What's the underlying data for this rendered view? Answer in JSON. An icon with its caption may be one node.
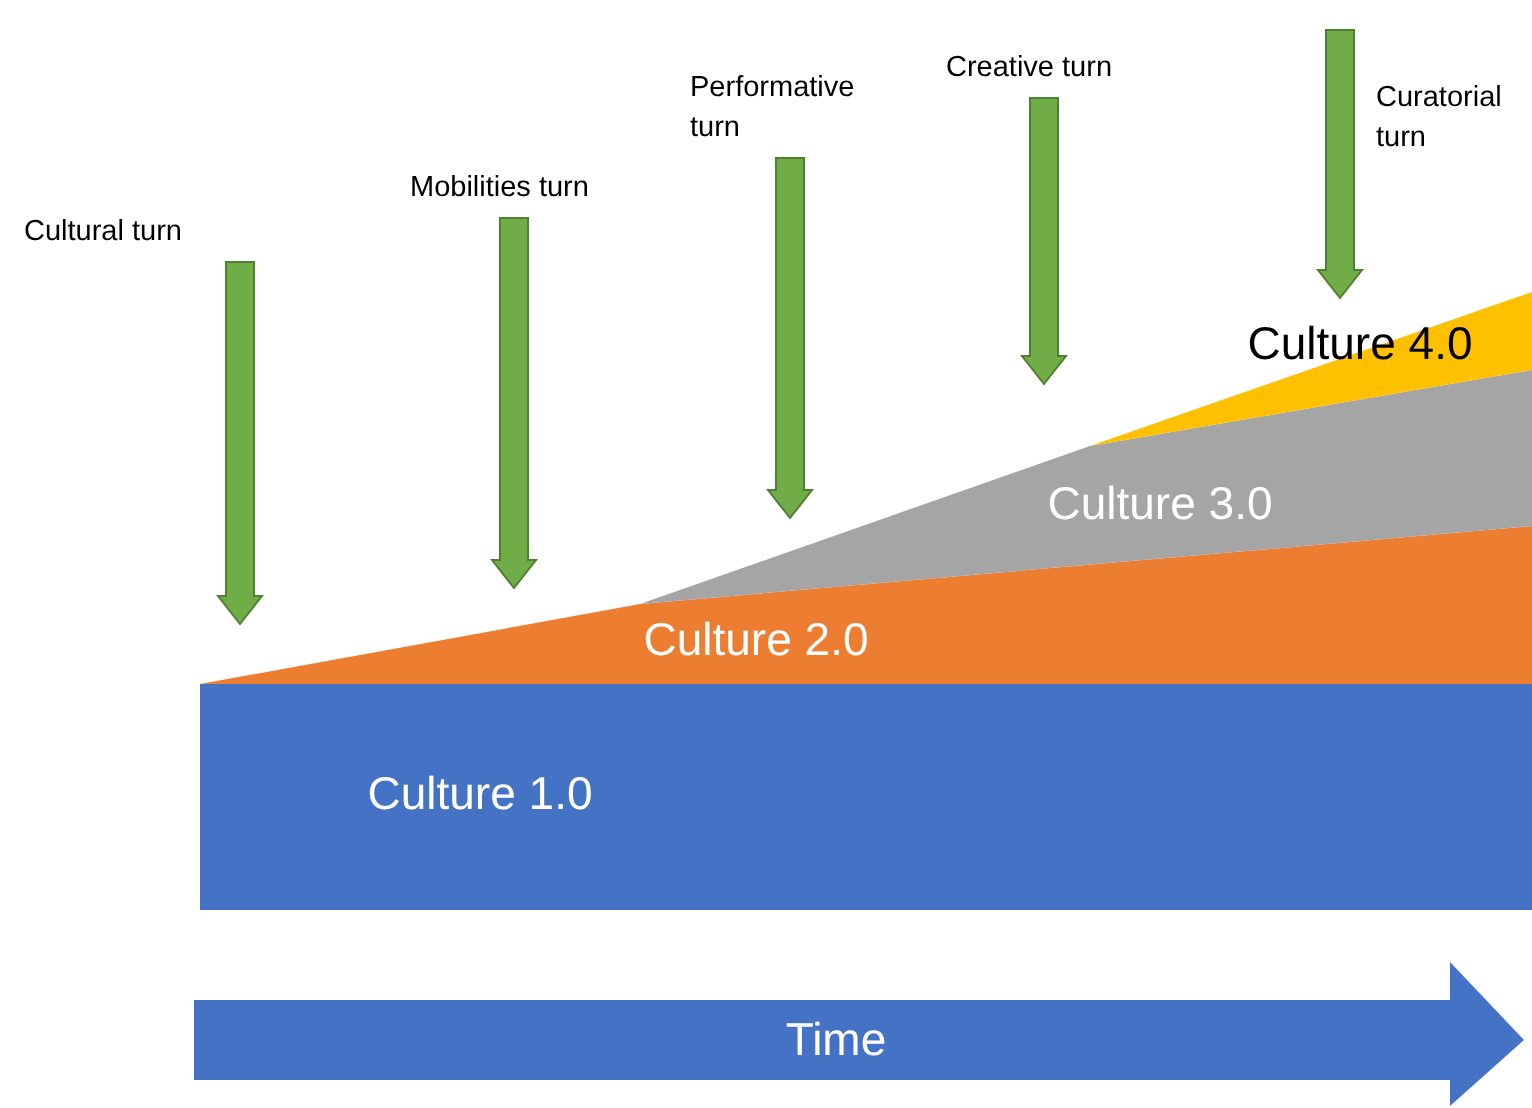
{
  "diagram": {
    "nodes": [
      {
        "text": [
          "Culture 1.0"
        ]
      },
      {
        "text": [
          "Culture 2.0"
        ]
      },
      {
        "text": [
          "Culture 3.0"
        ]
      },
      {
        "text": [
          "Culture 4.0"
        ]
      },
      {
        "text": [
          "Cultural turn"
        ]
      },
      {
        "text": [
          "Mobilities turn"
        ]
      },
      {
        "text": [
          "Performative turn"
        ]
      },
      {
        "text": [
          "Creative turn"
        ]
      },
      {
        "text": [
          "Curatorial turn"
        ]
      },
      {
        "text": [
          "Time"
        ]
      }
    ],
    "edges": [
      {
        "from": 4,
        "to": null,
        "arrow": "to"
      },
      {
        "from": 5,
        "to": null,
        "arrow": "to"
      },
      {
        "from": 6,
        "to": null,
        "arrow": "to"
      },
      {
        "from": 7,
        "to": null,
        "arrow": "to"
      },
      {
        "from": 8,
        "to": null,
        "arrow": "to"
      }
    ]
  }
}
